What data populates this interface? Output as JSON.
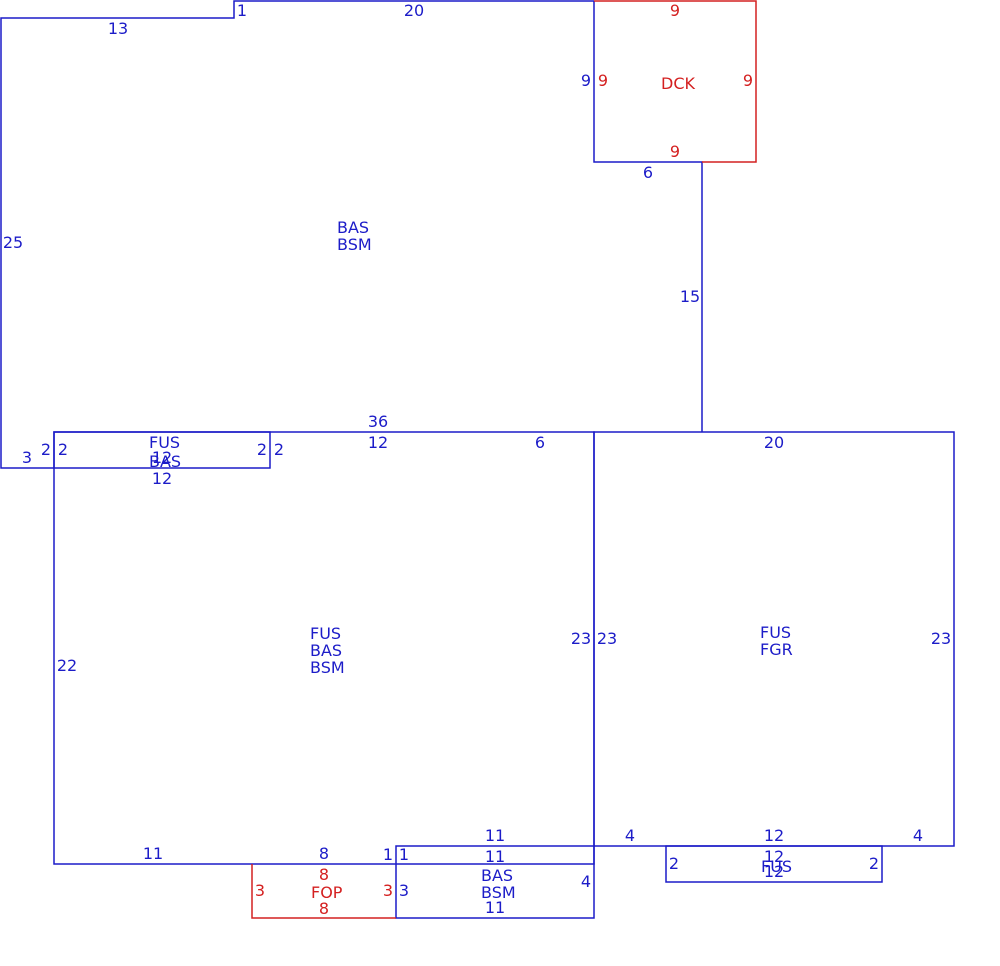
{
  "colors": {
    "main": "#1c1cc8",
    "accent": "#d42020"
  },
  "areas": [
    {
      "id": "bas-bsm-upper",
      "color": "blue",
      "lines": [
        "BAS",
        "BSM"
      ]
    },
    {
      "id": "dck",
      "color": "red",
      "lines": [
        "DCK"
      ]
    },
    {
      "id": "fus-bas-strip",
      "color": "blue",
      "lines": [
        "FUS",
        "BAS"
      ]
    },
    {
      "id": "fus-bas-bsm",
      "color": "blue",
      "lines": [
        "FUS",
        "BAS",
        "BSM"
      ]
    },
    {
      "id": "fus-fgr",
      "color": "blue",
      "lines": [
        "FUS",
        "FGR"
      ]
    },
    {
      "id": "fop",
      "color": "red",
      "lines": [
        "FOP"
      ]
    },
    {
      "id": "bas-bsm-lower",
      "color": "blue",
      "lines": [
        "BAS",
        "BSM"
      ]
    },
    {
      "id": "fus-small",
      "color": "blue",
      "lines": [
        "FUS"
      ]
    }
  ],
  "dimensions": [
    {
      "id": "d1",
      "text": "1",
      "color": "blue"
    },
    {
      "id": "d2",
      "text": "20",
      "color": "blue"
    },
    {
      "id": "d3",
      "text": "13",
      "color": "blue"
    },
    {
      "id": "d4",
      "text": "25",
      "color": "blue"
    },
    {
      "id": "d5",
      "text": "3",
      "color": "blue"
    },
    {
      "id": "d6",
      "text": "2",
      "color": "blue"
    },
    {
      "id": "d7",
      "text": "2",
      "color": "blue"
    },
    {
      "id": "d8",
      "text": "12",
      "color": "blue"
    },
    {
      "id": "d9",
      "text": "12",
      "color": "blue"
    },
    {
      "id": "d10",
      "text": "2",
      "color": "blue"
    },
    {
      "id": "d11",
      "text": "2",
      "color": "blue"
    },
    {
      "id": "d12",
      "text": "36",
      "color": "blue"
    },
    {
      "id": "d13",
      "text": "12",
      "color": "blue"
    },
    {
      "id": "d14",
      "text": "6",
      "color": "blue"
    },
    {
      "id": "d15",
      "text": "9",
      "color": "red"
    },
    {
      "id": "d16",
      "text": "9",
      "color": "blue"
    },
    {
      "id": "d17",
      "text": "9",
      "color": "red"
    },
    {
      "id": "d18",
      "text": "9",
      "color": "red"
    },
    {
      "id": "d19",
      "text": "9",
      "color": "red"
    },
    {
      "id": "d20",
      "text": "6",
      "color": "blue"
    },
    {
      "id": "d21",
      "text": "15",
      "color": "blue"
    },
    {
      "id": "d22",
      "text": "20",
      "color": "blue"
    },
    {
      "id": "d23",
      "text": "22",
      "color": "blue"
    },
    {
      "id": "d24",
      "text": "23",
      "color": "blue"
    },
    {
      "id": "d25",
      "text": "23",
      "color": "blue"
    },
    {
      "id": "d26",
      "text": "23",
      "color": "blue"
    },
    {
      "id": "d27",
      "text": "11",
      "color": "blue"
    },
    {
      "id": "d28",
      "text": "8",
      "color": "blue"
    },
    {
      "id": "d29",
      "text": "1",
      "color": "blue"
    },
    {
      "id": "d30",
      "text": "1",
      "color": "blue"
    },
    {
      "id": "d31",
      "text": "11",
      "color": "blue"
    },
    {
      "id": "d32",
      "text": "11",
      "color": "blue"
    },
    {
      "id": "d33",
      "text": "4",
      "color": "blue"
    },
    {
      "id": "d34",
      "text": "12",
      "color": "blue"
    },
    {
      "id": "d35",
      "text": "4",
      "color": "blue"
    },
    {
      "id": "d36",
      "text": "8",
      "color": "red"
    },
    {
      "id": "d37",
      "text": "3",
      "color": "red"
    },
    {
      "id": "d38",
      "text": "3",
      "color": "red"
    },
    {
      "id": "d39",
      "text": "8",
      "color": "red"
    },
    {
      "id": "d40",
      "text": "3",
      "color": "blue"
    },
    {
      "id": "d41",
      "text": "4",
      "color": "blue"
    },
    {
      "id": "d42",
      "text": "11",
      "color": "blue"
    },
    {
      "id": "d43",
      "text": "2",
      "color": "blue"
    },
    {
      "id": "d44",
      "text": "12",
      "color": "blue"
    },
    {
      "id": "d45",
      "text": "12",
      "color": "blue"
    },
    {
      "id": "d46",
      "text": "2",
      "color": "blue"
    }
  ]
}
